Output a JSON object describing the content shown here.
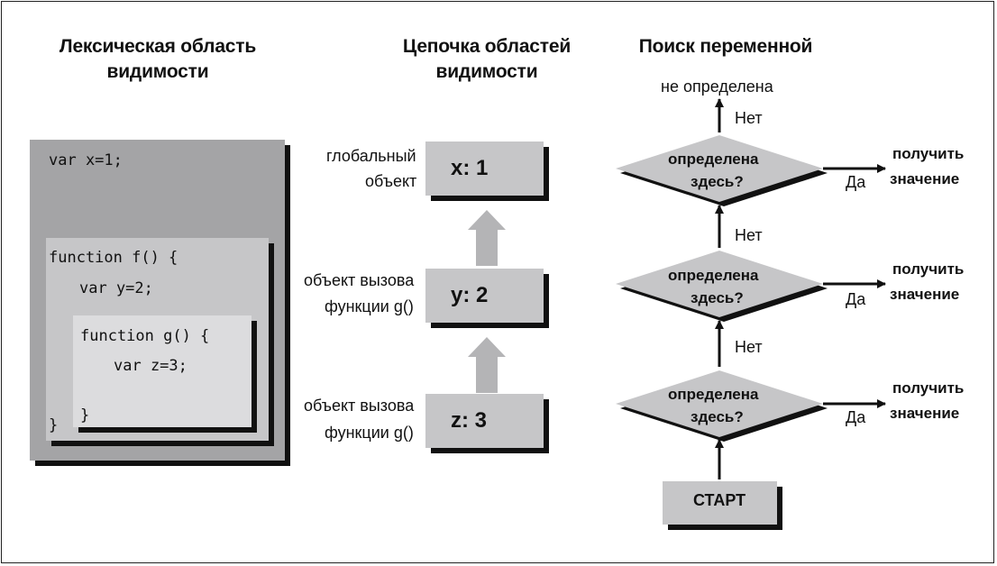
{
  "headings": {
    "lexical": [
      "Лексическая область",
      "видимости"
    ],
    "chain": [
      "Цепочка областей",
      "видимости"
    ],
    "lookup": [
      "Поиск переменной"
    ]
  },
  "code": {
    "outer": "var x=1;",
    "f_open": "function f() {",
    "f_var": "var y=2;",
    "f_close": "}",
    "g_open": "function g() {",
    "g_var": "var z=3;",
    "g_close": "}"
  },
  "chain": {
    "global_label": [
      "глобальный",
      "объект"
    ],
    "call_label_1": [
      "объект вызова",
      "функции g()"
    ],
    "call_label_2": [
      "объект вызова",
      "функции g()"
    ],
    "box_x": "x: 1",
    "box_y": "y: 2",
    "box_z": "z: 3"
  },
  "flow": {
    "not_defined": "не определена",
    "no": "Нет",
    "yes": "Да",
    "question": [
      "определена",
      "здесь?"
    ],
    "result": [
      "получить",
      "значение"
    ],
    "start": "СТАРТ"
  },
  "colors": {
    "dark_gray": "#a4a4a6",
    "mid_gray": "#c6c6c8",
    "light_gray": "#dcdcde",
    "arrow_gray": "#b4b4b6",
    "shadow": "#111111"
  }
}
